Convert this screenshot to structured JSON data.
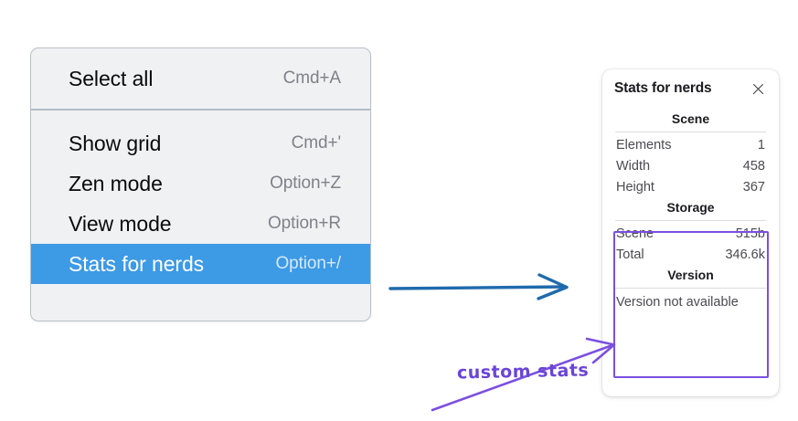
{
  "menu": {
    "sections": [
      {
        "items": [
          {
            "label": "Select all",
            "shortcut": "Cmd+A",
            "selected": false
          }
        ]
      },
      {
        "items": [
          {
            "label": "Show grid",
            "shortcut": "Cmd+'",
            "selected": false
          },
          {
            "label": "Zen mode",
            "shortcut": "Option+Z",
            "selected": false
          },
          {
            "label": "View mode",
            "shortcut": "Option+R",
            "selected": false
          },
          {
            "label": "Stats for nerds",
            "shortcut": "Option+/",
            "selected": true
          }
        ]
      }
    ],
    "highlight_color": "#3d9ae5",
    "background_color": "#f0f1f3"
  },
  "stats_panel": {
    "title": "Stats for nerds",
    "close_icon": "close-icon",
    "groups": [
      {
        "heading": "Scene",
        "rows": [
          {
            "label": "Elements",
            "value": "1"
          },
          {
            "label": "Width",
            "value": "458"
          },
          {
            "label": "Height",
            "value": "367"
          }
        ]
      },
      {
        "heading": "Storage",
        "rows": [
          {
            "label": "Scene",
            "value": "515b"
          },
          {
            "label": "Total",
            "value": "346.6k"
          }
        ]
      },
      {
        "heading": "Version",
        "note": "Version not available"
      }
    ]
  },
  "annotations": {
    "label": "custom stats",
    "blue_arrow_color": "#1f6aad",
    "purple_color": "#7b4fe0",
    "highlight_box_color": "#7b4fe0"
  }
}
